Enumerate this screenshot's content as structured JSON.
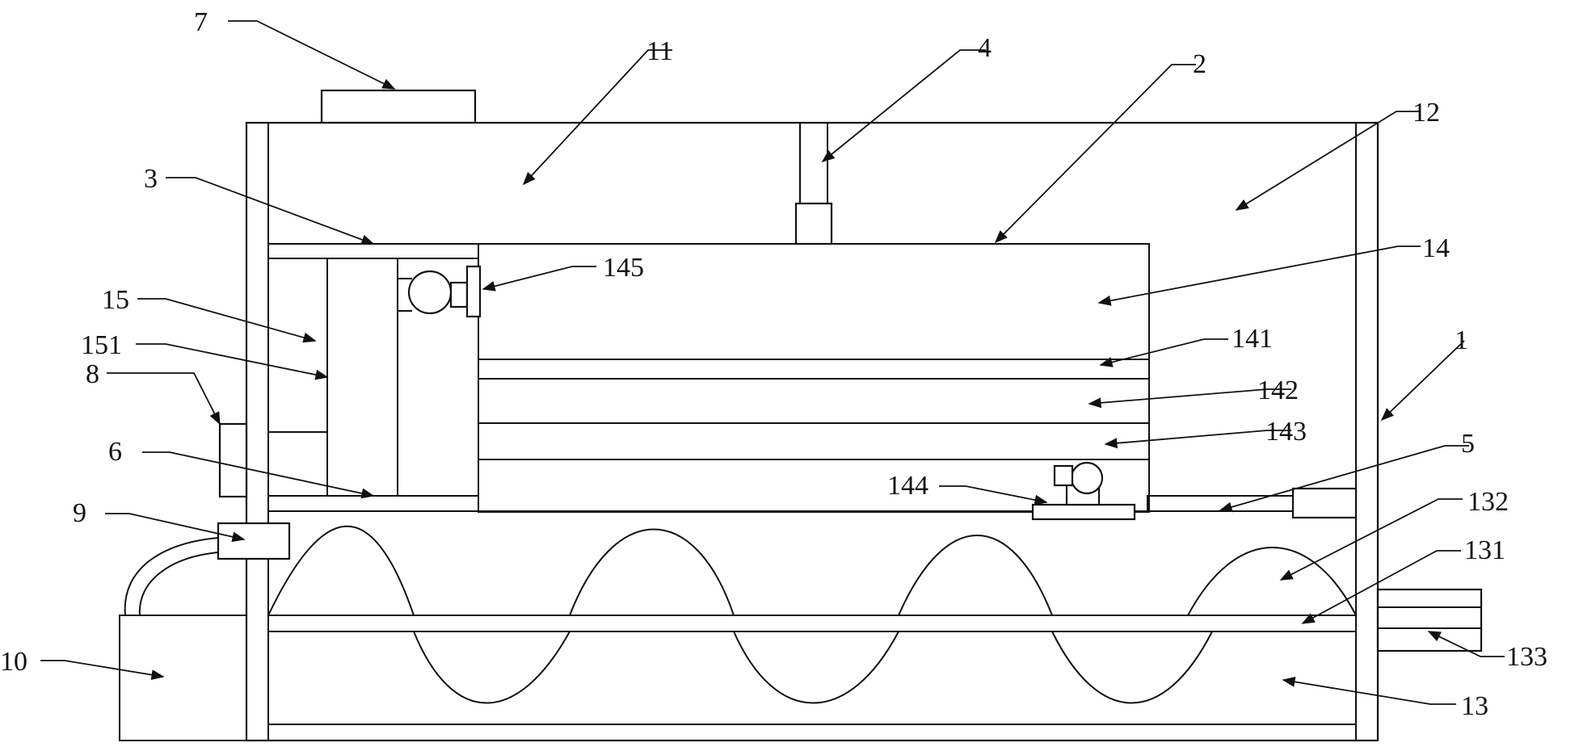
{
  "callouts": [
    {
      "id": "7",
      "text": "7"
    },
    {
      "id": "11",
      "text": "11"
    },
    {
      "id": "4",
      "text": "4"
    },
    {
      "id": "2",
      "text": "2"
    },
    {
      "id": "12",
      "text": "12"
    },
    {
      "id": "3",
      "text": "3"
    },
    {
      "id": "14",
      "text": "14"
    },
    {
      "id": "145",
      "text": "145"
    },
    {
      "id": "15",
      "text": "15"
    },
    {
      "id": "151",
      "text": "151"
    },
    {
      "id": "141",
      "text": "141"
    },
    {
      "id": "8",
      "text": "8"
    },
    {
      "id": "1",
      "text": "1"
    },
    {
      "id": "142",
      "text": "142"
    },
    {
      "id": "143",
      "text": "143"
    },
    {
      "id": "6",
      "text": "6"
    },
    {
      "id": "5",
      "text": "5"
    },
    {
      "id": "144",
      "text": "144"
    },
    {
      "id": "132",
      "text": "132"
    },
    {
      "id": "9",
      "text": "9"
    },
    {
      "id": "131",
      "text": "131"
    },
    {
      "id": "133",
      "text": "133"
    },
    {
      "id": "10",
      "text": "10"
    },
    {
      "id": "13",
      "text": "13"
    }
  ]
}
